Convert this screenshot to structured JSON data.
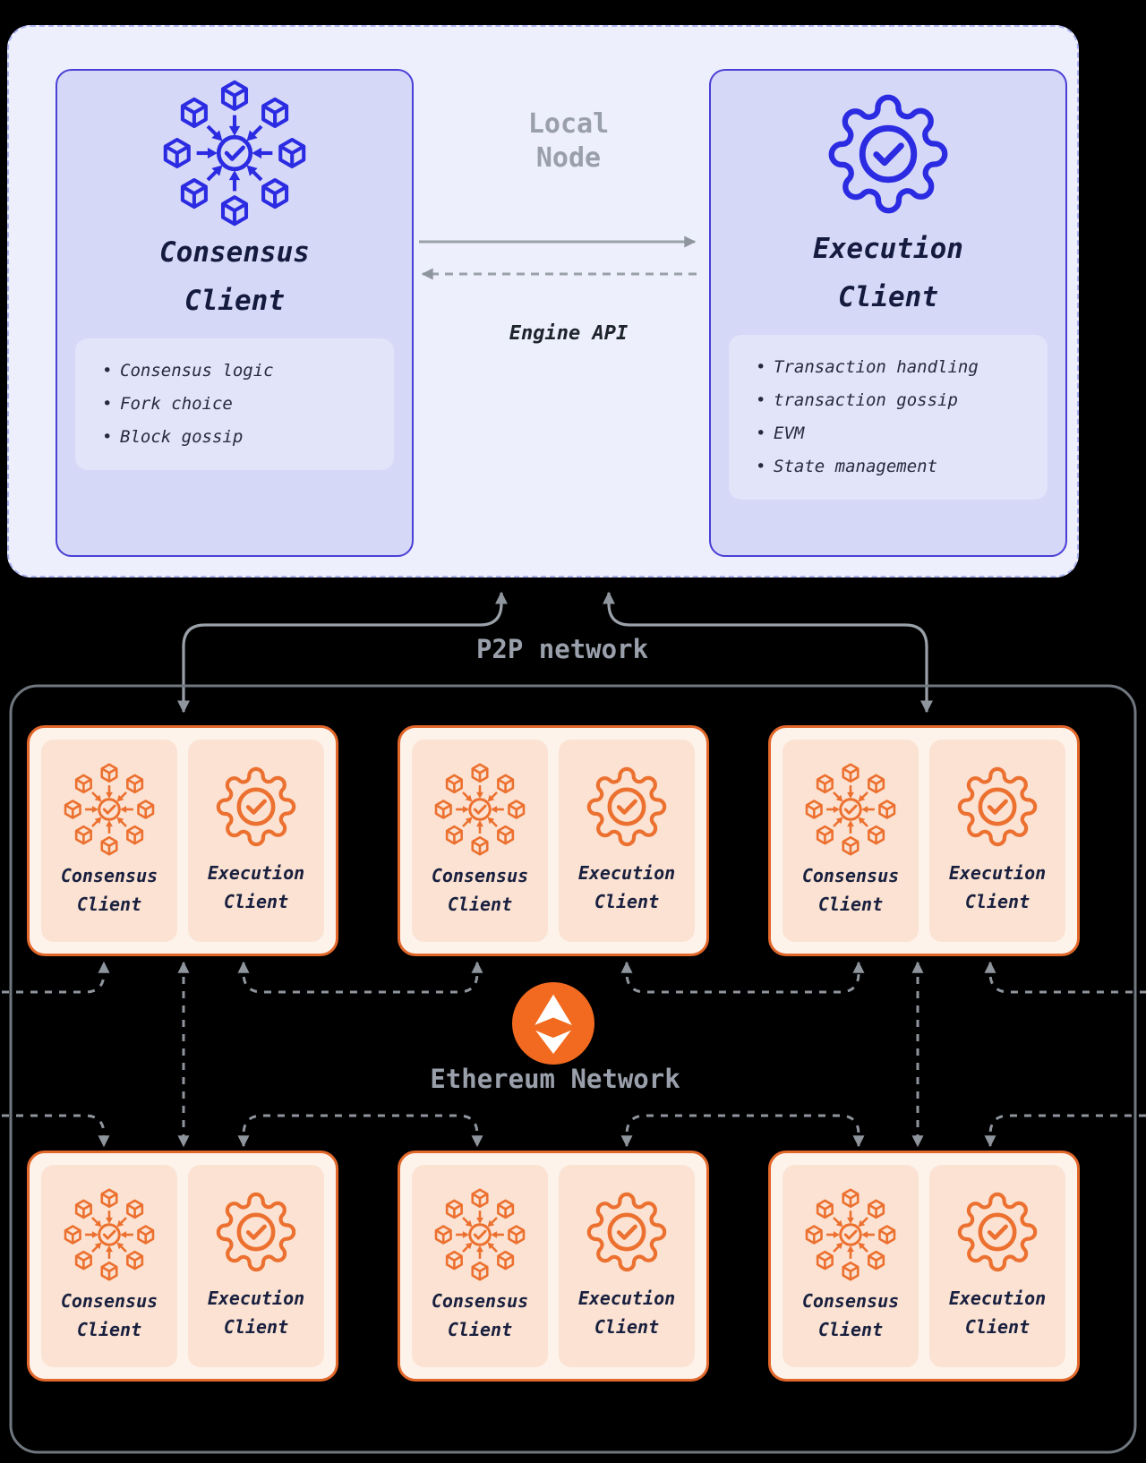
{
  "local_node": {
    "label_lines": [
      "Local",
      "Node"
    ],
    "engine_api_label": "Engine API",
    "consensus_client": {
      "title_lines": [
        "Consensus",
        "Client"
      ],
      "icon": "consensus-network-icon",
      "features": [
        "Consensus logic",
        "Fork choice",
        "Block gossip"
      ]
    },
    "execution_client": {
      "title_lines": [
        "Execution",
        "Client"
      ],
      "icon": "execution-gear-icon",
      "features": [
        "Transaction handling",
        "transaction gossip",
        "EVM",
        "State management"
      ]
    }
  },
  "p2p_network_label": "P2P network",
  "ethereum_network": {
    "label": "Ethereum Network",
    "icon": "ethereum-logo"
  },
  "peer_card": {
    "count": 6,
    "consensus_title_lines": [
      "Consensus",
      "Client"
    ],
    "execution_title_lines": [
      "Execution",
      "Client"
    ],
    "consensus_icon": "consensus-network-icon",
    "execution_icon": "execution-gear-icon"
  },
  "colors": {
    "indigo_accent": "#2b2be2",
    "indigo_border": "#4a3fd6",
    "indigo_card_bg": "#d6d8f8",
    "orange_accent": "#ec702f",
    "orange_border": "#e2672a",
    "peer_card_bg": "#fdf3eb",
    "ethereum_orange": "#f26a1f",
    "label_gray": "#9aa0ab",
    "arrow_gray": "#8f959d"
  }
}
